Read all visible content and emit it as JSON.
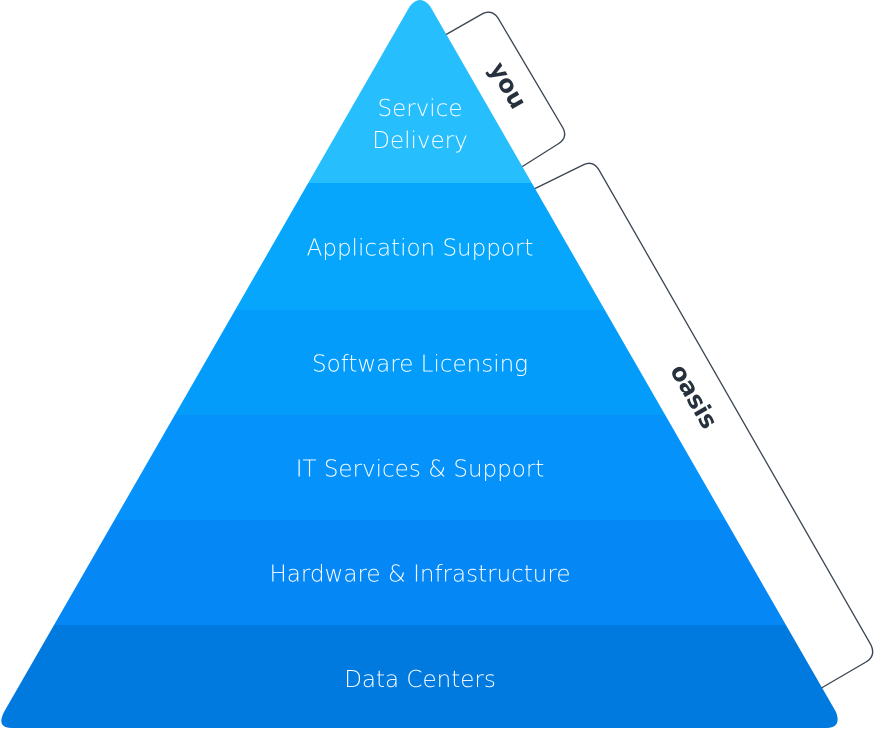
{
  "pyramid": {
    "layers": [
      {
        "lines": [
          "Service",
          "Delivery"
        ],
        "color": "#27befd"
      },
      {
        "lines": [
          "Application Support"
        ],
        "color": "#06a6fc"
      },
      {
        "lines": [
          "Software Licensing"
        ],
        "color": "#039cfb"
      },
      {
        "lines": [
          "IT Services & Support"
        ],
        "color": "#0592fa"
      },
      {
        "lines": [
          "Hardware & Infrastructure"
        ],
        "color": "#0588f6"
      },
      {
        "lines": [
          "Data Centers"
        ],
        "color": "#017ae0"
      }
    ]
  },
  "brackets": {
    "you": "you",
    "oasis": "oasis"
  }
}
